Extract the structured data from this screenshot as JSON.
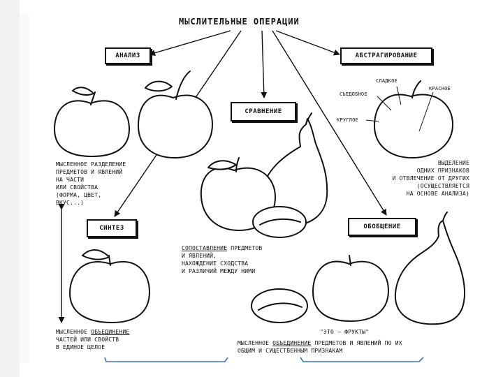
{
  "title": "МЫСЛИТЕЛЬНЫЕ ОПЕРАЦИИ",
  "boxes": {
    "analysis": "АНАЛИЗ",
    "abstraction": "АБСТРАГИРОВАНИЕ",
    "comparison": "СРАВНЕНИЕ",
    "synthesis": "СИНТЕЗ",
    "generalization": "ОБОБЩЕНИЕ"
  },
  "abstraction_labels": {
    "sweet": "СЛАДКОЕ",
    "red": "КРАСНОЕ",
    "edible": "СЪЕДОБНОЕ",
    "round": "КРУГЛОЕ"
  },
  "captions": {
    "analysis": [
      "МЫСЛЕННОЕ РАЗДЕЛЕНИЕ",
      "ПРЕДМЕТОВ И ЯВЛЕНИЙ",
      "НА ЧАСТИ",
      "ИЛИ СВОЙСТВА",
      "(ФОРМА, ЦВЕТ,",
      "ВКУС...)"
    ],
    "abstraction": [
      "ВЫДЕЛЕНИЕ",
      "ОДНИХ ПРИЗНАКОВ",
      "И ОТВЛЕЧЕНИЕ ОТ ДРУГИХ",
      "(ОСУЩЕСТВЛЯЕТСЯ",
      "НА ОСНОВЕ АНАЛИЗА)"
    ],
    "comparison_keyword": "СОПОСТАВЛЕНИЕ",
    "comparison_rest": " ПРЕДМЕТОВ",
    "comparison": [
      "И ЯВЛЕНИЙ,",
      "НАХОЖДЕНИЕ СХОДСТВА",
      "И РАЗЛИЧИЙ МЕЖДУ НИМИ"
    ],
    "synthesis_prefix": "МЫСЛЕННОЕ ",
    "synthesis_keyword": "ОБЪЕДИНЕНИЕ",
    "synthesis": [
      "ЧАСТЕЙ ИЛИ СВОЙСТВ",
      "В ЕДИНОЕ ЦЕЛОЕ"
    ],
    "fruits_note": "\"ЭТО — ФРУКТЫ\"",
    "generalization_prefix": "МЫСЛЕННОЕ ",
    "generalization_keyword": "ОБЪЕДИНЕНИЕ",
    "generalization_rest": " ПРЕДМЕТОВ И ЯВЛЕНИЙ ПО ИХ",
    "generalization_line2": "ОБЩИМ И СУЩЕСТВЕННЫМ ПРИЗНАКАМ"
  },
  "colors": {
    "ink": "#111111",
    "bracket": "#3a6fc4"
  }
}
